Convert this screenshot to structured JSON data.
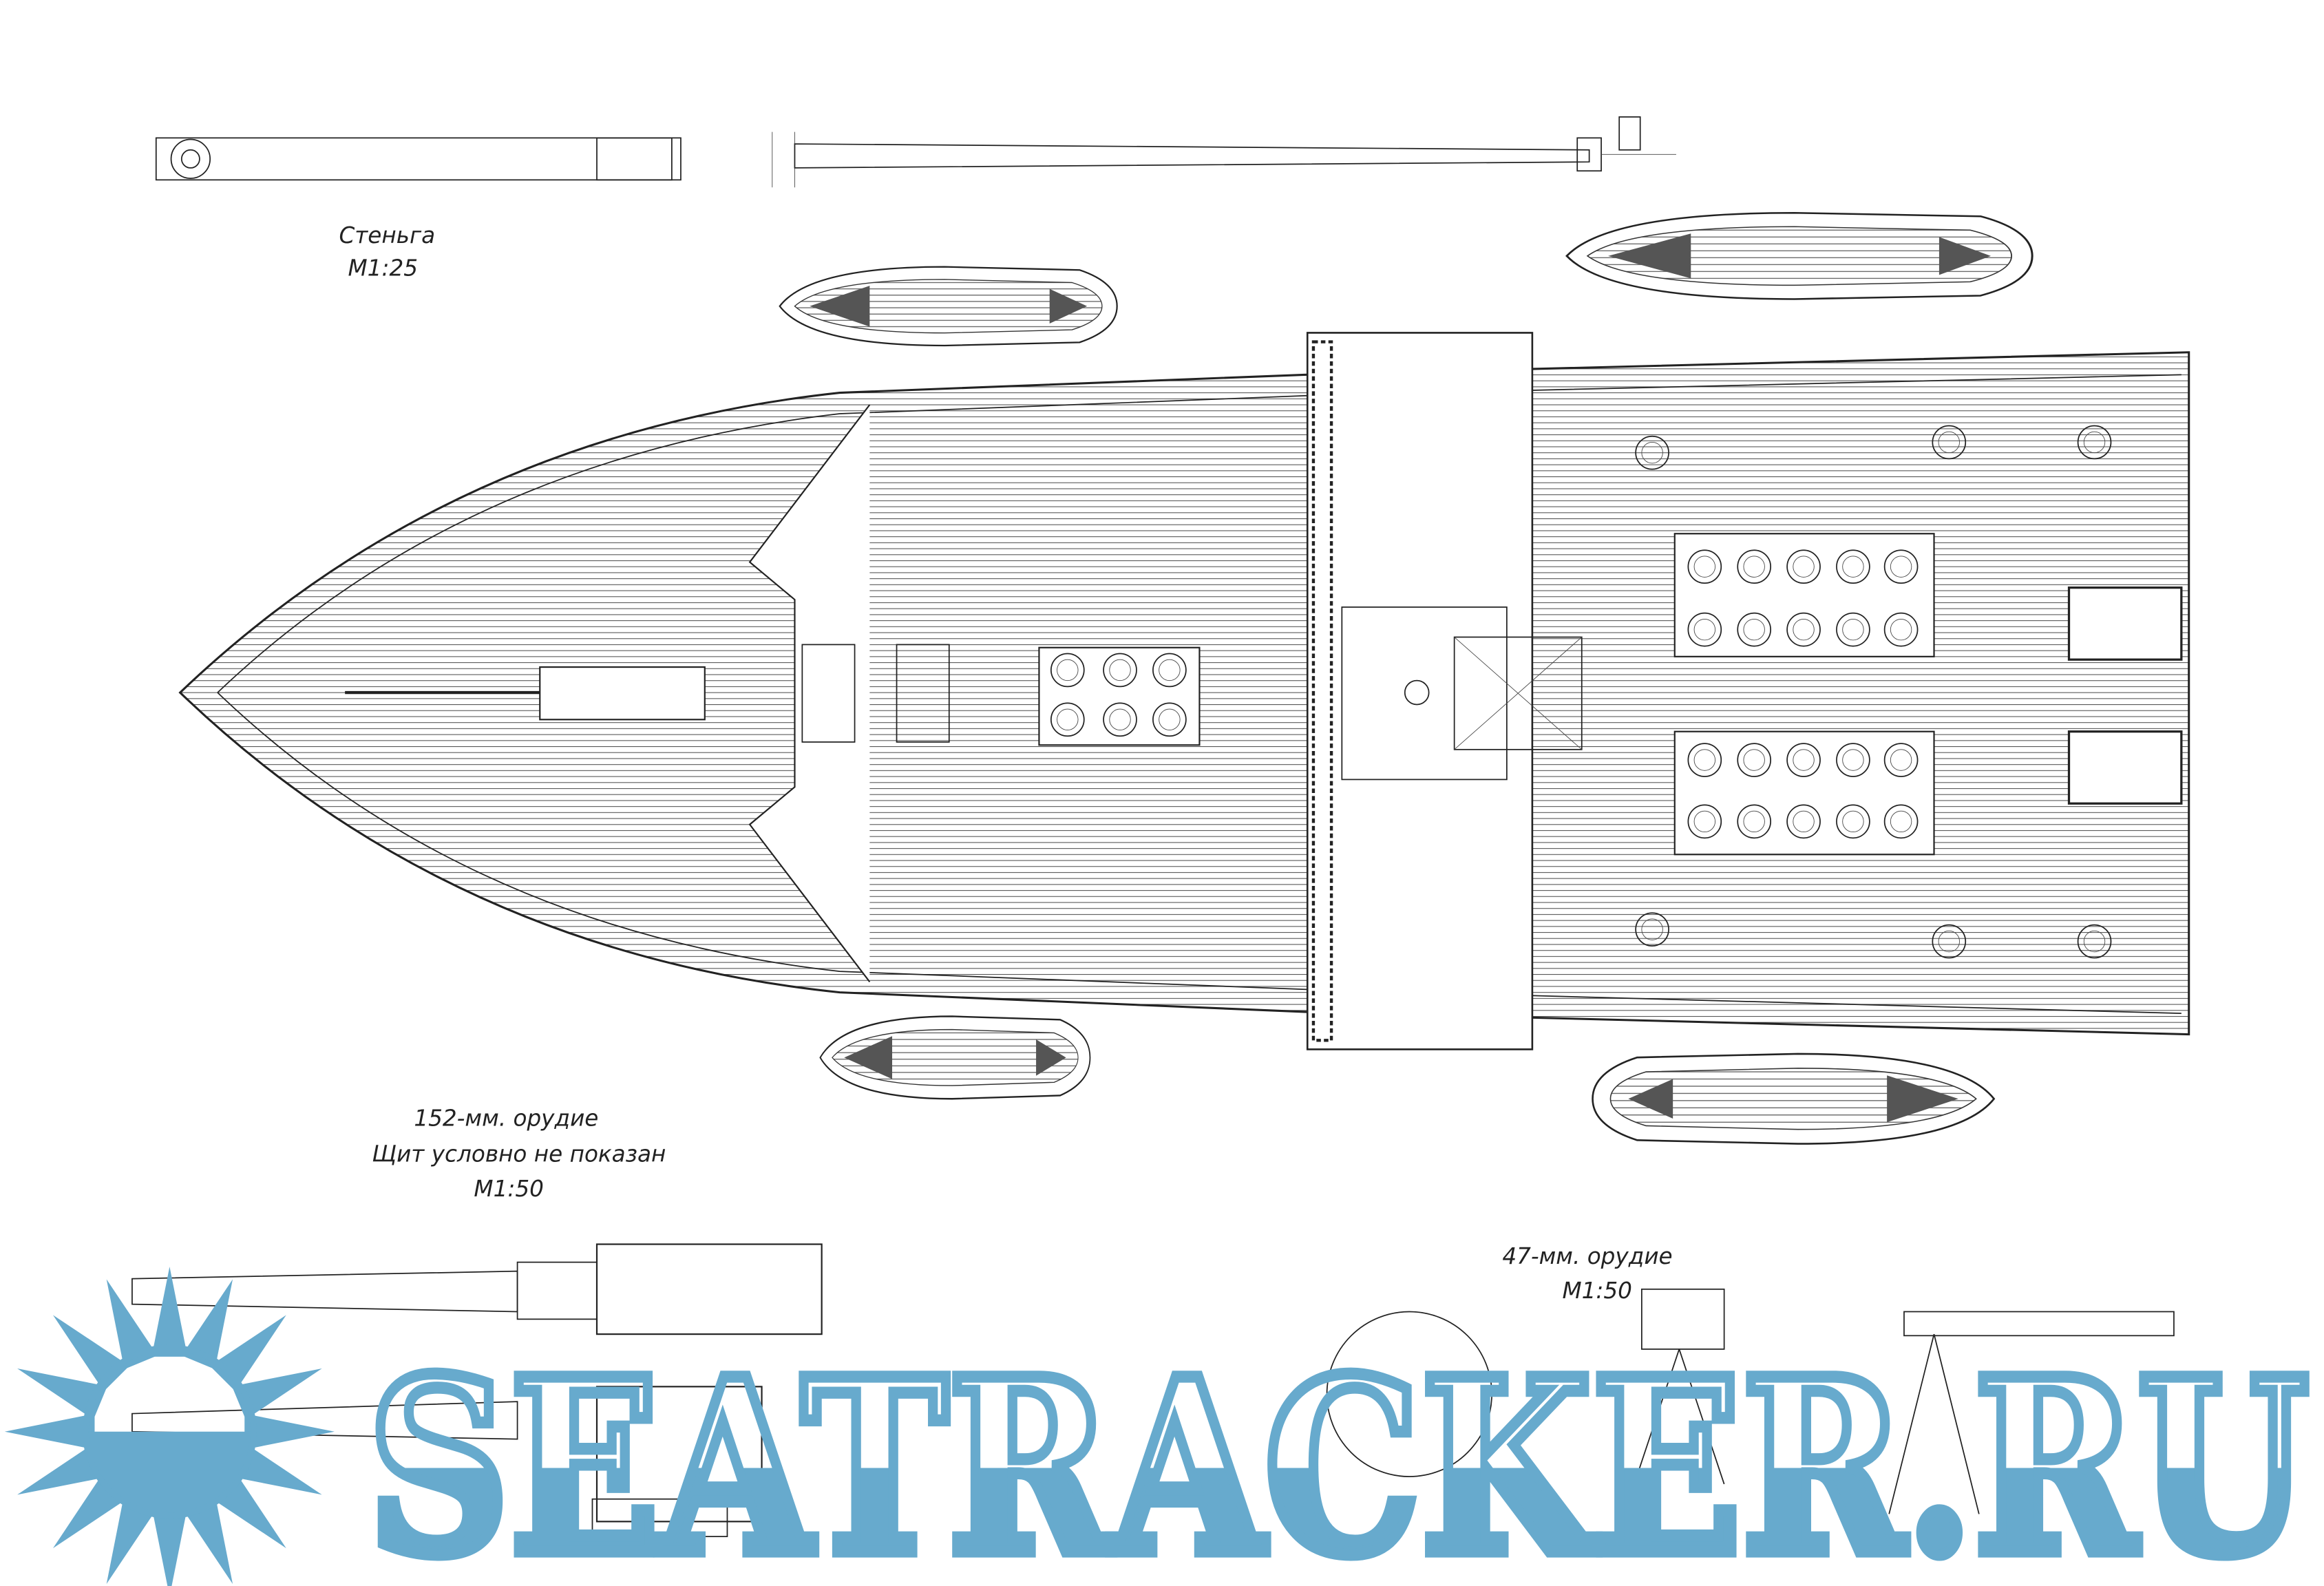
{
  "labels": {
    "topmast_title": "Стеньга",
    "topmast_scale": "М1:25",
    "gun152_title": "152-мм. орудие",
    "gun152_note": "Щит условно не показан",
    "gun152_scale": "М1:50",
    "gun47_title": "47-мм. орудие",
    "gun47_scale": "М1:50"
  },
  "watermark": {
    "text": "SEATRACKER.RU",
    "color": "#67aacd"
  }
}
